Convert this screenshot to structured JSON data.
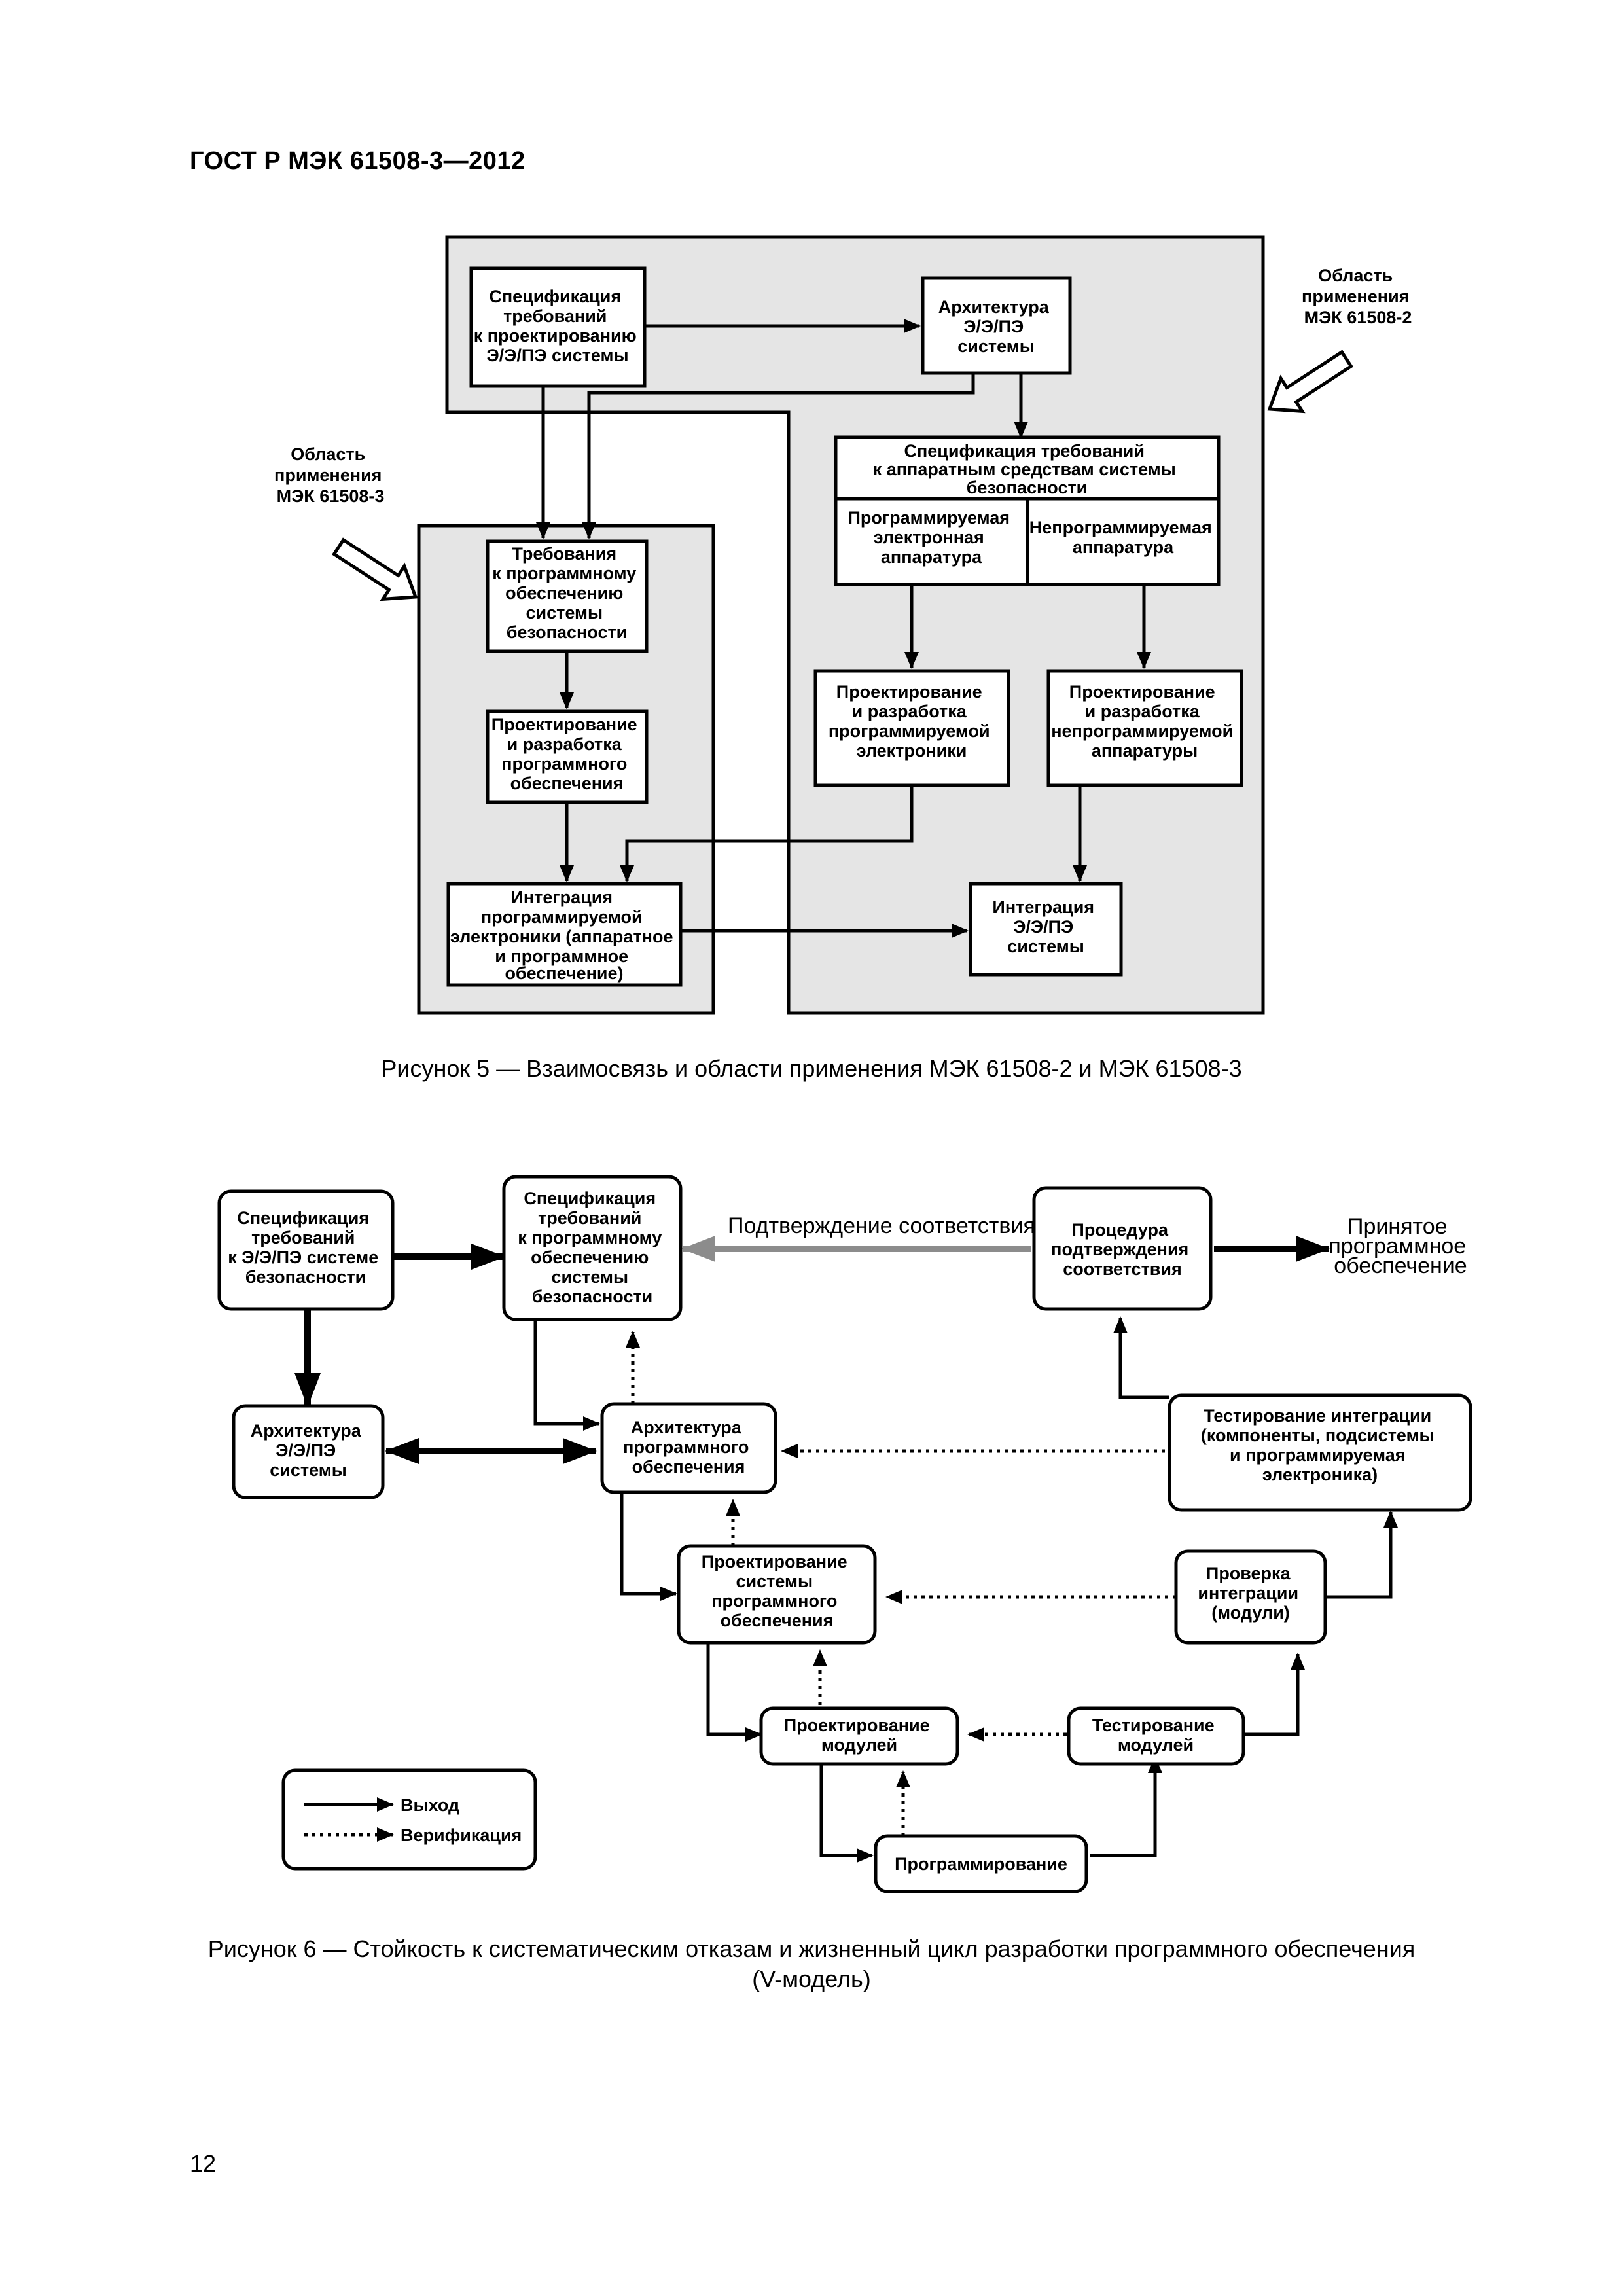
{
  "header": {
    "title": "ГОСТ Р МЭК 61508-3—2012"
  },
  "figure5": {
    "scope2_label": [
      "Область",
      "применения",
      "МЭК 61508-2"
    ],
    "scope3_label": [
      "Область",
      "применения",
      "МЭК 61508-3"
    ],
    "boxes": {
      "sys_spec": [
        "Спецификация",
        "требований",
        "к проектированию",
        "Э/Э/ПЭ системы"
      ],
      "sys_arch": [
        "Архитектура",
        "Э/Э/ПЭ",
        "системы"
      ],
      "hw_spec_title": [
        "Спецификация требований",
        "к аппаратным средствам системы",
        "безопасности"
      ],
      "prog_hw": [
        "Программируемая",
        "электронная",
        "аппаратура"
      ],
      "nonprog_hw": [
        "Непрограммируемая",
        "аппаратура"
      ],
      "sw_req": [
        "Требования",
        "к программному",
        "обеспечению",
        "системы",
        "безопасности"
      ],
      "sw_design": [
        "Проектирование",
        "и разработка",
        "программного",
        "обеспечения"
      ],
      "pe_design": [
        "Проектирование",
        "и разработка",
        "программируемой",
        "электроники"
      ],
      "nonprog_design": [
        "Проектирование",
        "и разработка",
        "непрограммируемой",
        "аппаратуры"
      ],
      "pe_integration": [
        "Интеграция",
        "программируемой",
        "электроники (аппаратное",
        "и программное",
        "обеспечение)"
      ],
      "sys_integration": [
        "Интеграция",
        "Э/Э/ПЭ",
        "системы"
      ]
    },
    "caption": "Рисунок 5 — Взаимосвязь и области применения МЭК 61508-2 и МЭК 61508-3"
  },
  "figure6": {
    "boxes": {
      "safety_spec": [
        "Спецификация",
        "требований",
        "к Э/Э/ПЭ системе",
        "безопасности"
      ],
      "sw_safety_spec": [
        "Спецификация",
        "требований",
        "к программному",
        "обеспечению",
        "системы",
        "безопасности"
      ],
      "validation": [
        "Процедура",
        "подтверждения",
        "соответствия"
      ],
      "sys_arch": [
        "Архитектура",
        "Э/Э/ПЭ",
        "системы"
      ],
      "sw_arch": [
        "Архитектура",
        "программного",
        "обеспечения"
      ],
      "integration_test": [
        "Тестирование интеграции",
        "(компоненты, подсистемы",
        "и программируемая",
        "электроника)"
      ],
      "sw_sys_design": [
        "Проектирование",
        "системы",
        "программного",
        "обеспечения"
      ],
      "integration_check": [
        "Проверка",
        "интеграции",
        "(модули)"
      ],
      "module_design": [
        "Проектирование",
        "модулей"
      ],
      "module_test": [
        "Тестирование",
        "модулей"
      ],
      "coding": [
        "Программирование"
      ]
    },
    "validation_label": "Подтверждение соответствия",
    "accepted_label": [
      "Принятое",
      "программное",
      "обеспечение"
    ],
    "legend": {
      "output": "Выход",
      "verification": "Верификация"
    },
    "caption_line1": "Рисунок 6 — Стойкость к систематическим отказам и жизненный цикл разработки программного обеспечения",
    "caption_line2": "(V-модель)"
  },
  "page_number": "12"
}
